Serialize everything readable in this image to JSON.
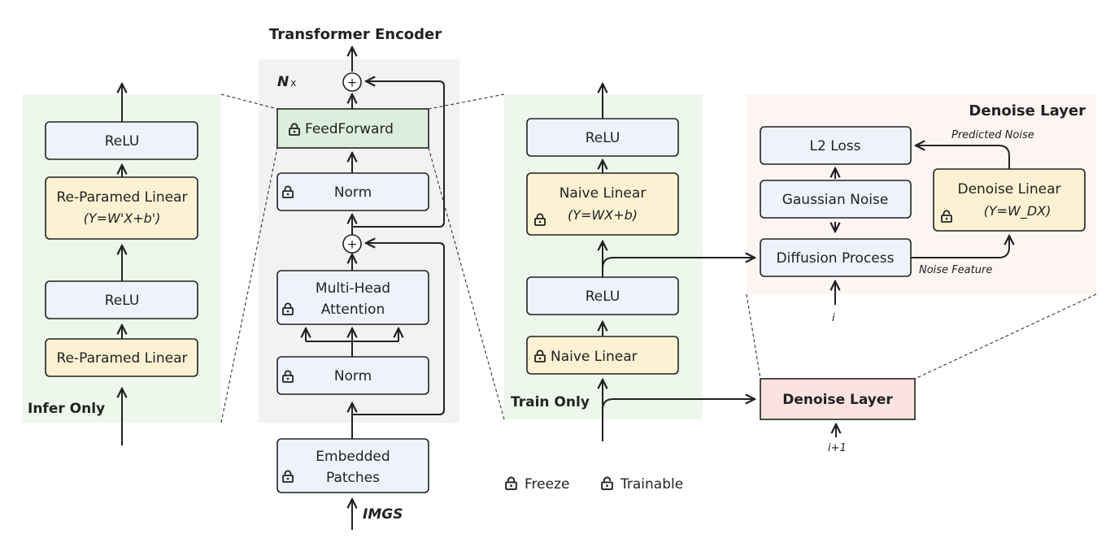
{
  "title": "Transformer Encoder",
  "repeat": {
    "n": "N",
    "x": "x"
  },
  "encoder": {
    "feedforward": "FeedForward",
    "norm_top": "Norm",
    "attention_line1": "Multi-Head",
    "attention_line2": "Attention",
    "norm_bottom": "Norm",
    "embedded_line1": "Embedded",
    "embedded_line2": "Patches",
    "input": "IMGS"
  },
  "infer": {
    "label": "Infer Only",
    "relu_top": "ReLU",
    "linear_top_line1": "Re-Paramed Linear",
    "linear_top_line2": "(Y=W'X+b')",
    "relu_bottom": "ReLU",
    "linear_bottom": "Re-Paramed Linear"
  },
  "train": {
    "label": "Train Only",
    "relu_top": "ReLU",
    "naive_top_line1": "Naive Linear",
    "naive_top_line2": "(Y=WX+b)",
    "relu_bottom": "ReLU",
    "naive_bottom": "Naive Linear",
    "denoise_layer": "Denoise Layer",
    "denoise_index": "i+1"
  },
  "denoise": {
    "title": "Denoise Layer",
    "l2": "L2 Loss",
    "gaussian": "Gaussian Noise",
    "diffusion": "Diffusion Process",
    "linear_line1": "Denoise Linear",
    "linear_line2": "(Y=W_DX)",
    "predicted": "Predicted Noise",
    "feature": "Noise Feature",
    "index": "i"
  },
  "legend": {
    "freeze": "Freeze",
    "trainable": "Trainable"
  },
  "colors": {
    "blue_box": "#eef2fb",
    "yellow_box": "#fdf1d3",
    "green_box": "#dcefdd",
    "pink_box": "#fbe3e1",
    "green_panel": "#eef7ec",
    "gray_panel": "#f2f2f2",
    "pink_panel": "#fdf5f4",
    "stroke": "#222222"
  },
  "icons": {
    "lock_closed": "lock-icon",
    "lock_open": "unlock-icon"
  }
}
